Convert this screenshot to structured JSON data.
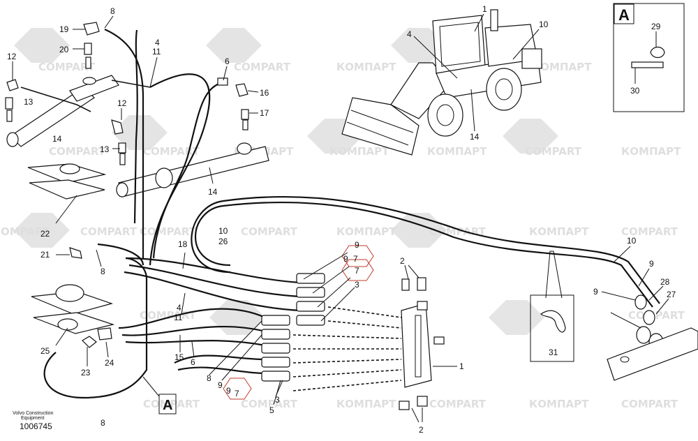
{
  "diagram": {
    "watermarks": [
      "COMPART",
      "КОМПАРТ"
    ],
    "footer": {
      "brand_line1": "Volvo Construction",
      "brand_line2": "Equipment",
      "doc_number": "1006745"
    },
    "detail": {
      "letter": "A",
      "callouts": [
        "29",
        "30"
      ]
    },
    "view_marker": "A",
    "callouts": {
      "c1a": "1",
      "c1b": "1",
      "c2a": "2",
      "c2b": "2",
      "c3a": "3",
      "c3b": "3",
      "c4a": "4",
      "c4b": "4",
      "c4c": "4",
      "c5": "5",
      "c6a": "6",
      "c6b": "6",
      "c7a": "7",
      "c7b": "7",
      "c7c": "7",
      "c8a": "8",
      "c8b": "8",
      "c8c": "8",
      "c8d": "8",
      "c9a": "9",
      "c9b": "9",
      "c9c": "9",
      "c9d": "9",
      "c9e": "9",
      "c9f": "9",
      "c10a": "10",
      "c10b": "10",
      "c10c": "10",
      "c11a": "11",
      "c11b": "11",
      "c12a": "12",
      "c12b": "12",
      "c13a": "13",
      "c13b": "13",
      "c14a": "14",
      "c14b": "14",
      "c14c": "14",
      "c15": "15",
      "c16": "16",
      "c17": "17",
      "c18": "18",
      "c19": "19",
      "c20": "20",
      "c21": "21",
      "c22": "22",
      "c23": "23",
      "c24": "24",
      "c25": "25",
      "c26": "26",
      "c27": "27",
      "c28": "28",
      "c31": "31"
    }
  }
}
